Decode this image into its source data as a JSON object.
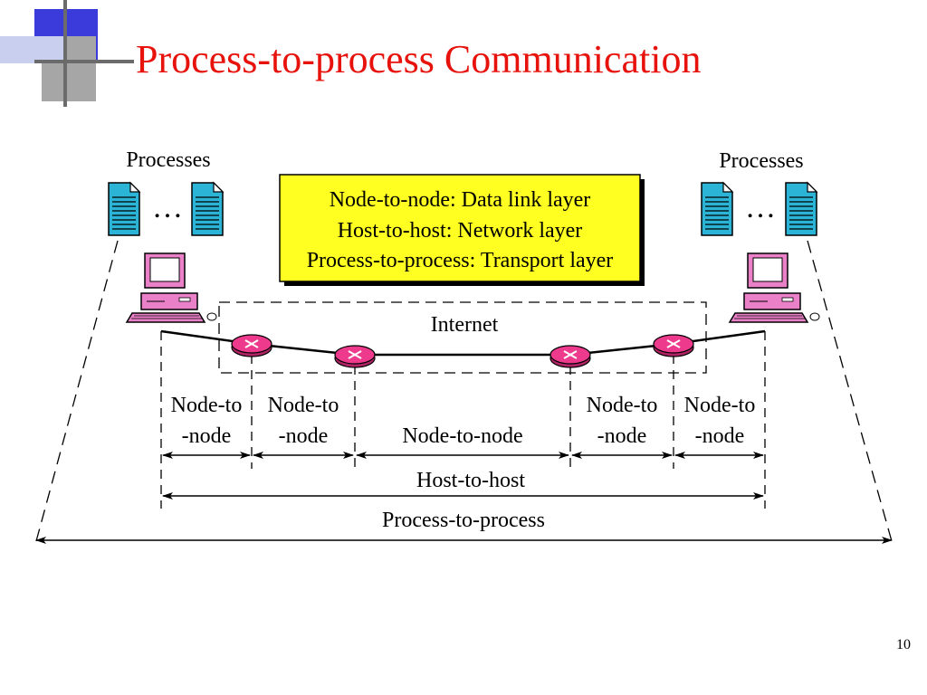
{
  "slide": {
    "title": "Process-to-process Communication",
    "page_number": "10"
  },
  "colors": {
    "title": "#e8120c",
    "accent_blue": "#3b3bdc",
    "accent_gray": "#a6a6a6",
    "legend_bg": "#ffff22",
    "router": "#ee3a8c",
    "document": "#2bb4d6",
    "computer": "#ea80c8"
  },
  "diagram": {
    "left_label": "Processes",
    "right_label": "Processes",
    "ellipsis": "…",
    "legend": [
      "Node-to-node: Data link layer",
      "Host-to-host: Network layer",
      "Process-to-process: Transport layer"
    ],
    "internet_label": "Internet",
    "segments": [
      {
        "line1": "Node-to",
        "line2": "-node"
      },
      {
        "line1": "Node-to",
        "line2": "-node"
      },
      {
        "line1": "Node-to-node",
        "line2": ""
      },
      {
        "line1": "Node-to",
        "line2": "-node"
      },
      {
        "line1": "Node-to",
        "line2": "-node"
      }
    ],
    "host_to_host_label": "Host-to-host",
    "process_to_process_label": "Process-to-process"
  }
}
